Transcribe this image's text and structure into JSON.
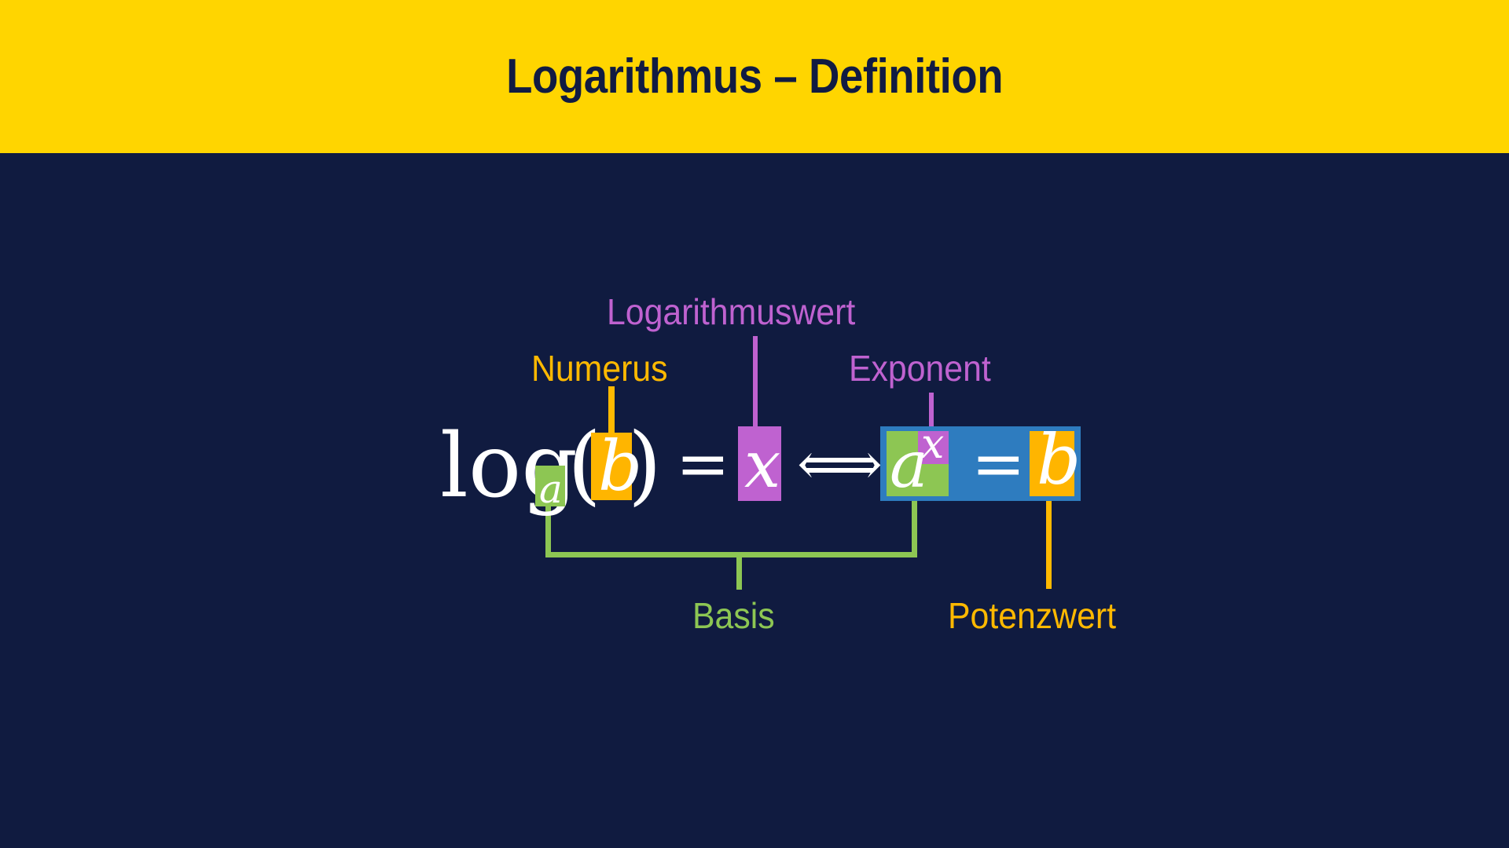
{
  "slide": {
    "background_color": "#101B40",
    "header": {
      "background_color": "#FFD500",
      "title": "Logarithmus – Definition",
      "title_color": "#111B42"
    }
  },
  "palette": {
    "yellow": "#FFB500",
    "yellow_label": "#FFB900",
    "green": "#8DC653",
    "purple": "#BF62D0",
    "blue": "#2E7CBF",
    "white": "#FFFFFF",
    "navy": "#101B40"
  },
  "formula": {
    "left_side": {
      "log_text": "log",
      "subscript_base": "a",
      "open_paren": "(",
      "numerus": "b",
      "close_paren": ")",
      "equals": "=",
      "logarithm_value": "x"
    },
    "equivalence_symbol": "⟺",
    "right_side": {
      "base": "a",
      "exponent": "x",
      "equals": "=",
      "power_value": "b"
    }
  },
  "labels": [
    {
      "id": "logarithmuswert",
      "text": "Logarithmuswert",
      "color": "#BF62D0"
    },
    {
      "id": "numerus",
      "text": "Numerus",
      "color": "#FFB900"
    },
    {
      "id": "exponent",
      "text": "Exponent",
      "color": "#BF62D0"
    },
    {
      "id": "basis",
      "text": "Basis",
      "color": "#8DC653"
    },
    {
      "id": "potenzwert",
      "text": "Potenzwert",
      "color": "#FFB900"
    }
  ]
}
